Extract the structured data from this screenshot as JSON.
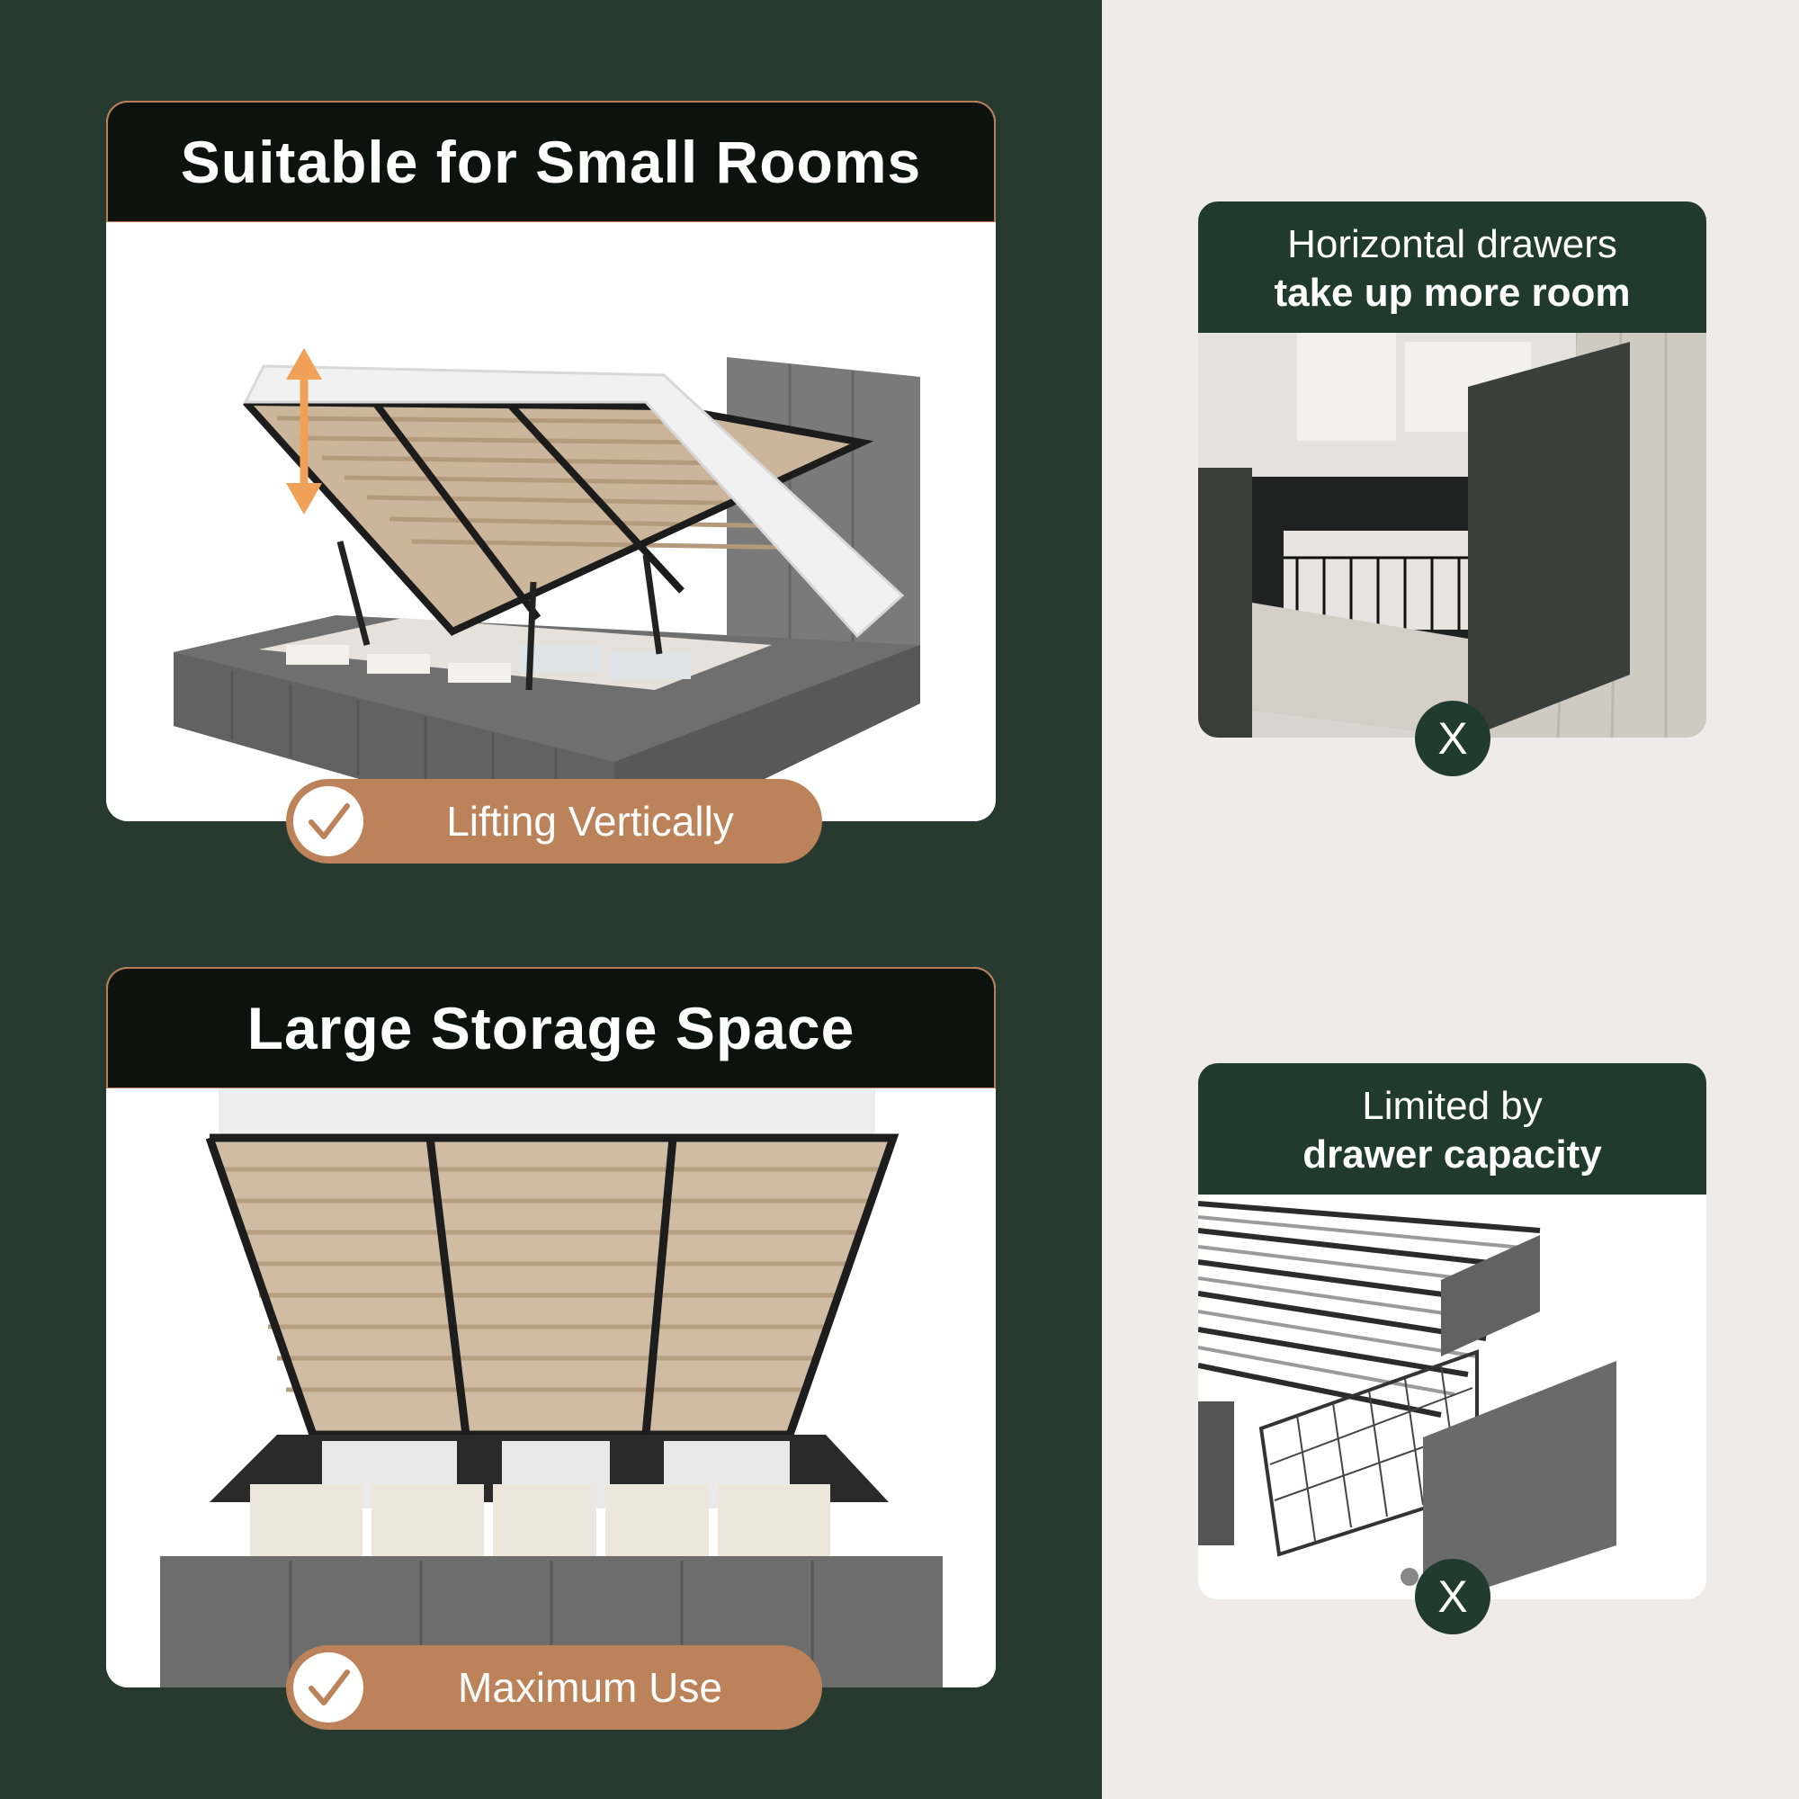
{
  "colors": {
    "left_background": "#263a30",
    "right_background": "#eeebe8",
    "header_dark": "#0c130f",
    "accent_copper": "#bc835a",
    "right_header_green": "#203a2e"
  },
  "left_panels": [
    {
      "title": "Suitable for Small Rooms",
      "badge": "Lifting Vertically",
      "badge_icon": "check-icon",
      "image": "lift-up-storage-bed-side-view"
    },
    {
      "title": "Large Storage Space",
      "badge": "Maximum Use",
      "badge_icon": "check-icon",
      "image": "lift-up-storage-bed-front-view"
    }
  ],
  "right_panels": [
    {
      "line1": "Horizontal drawers",
      "line2": "take up more room",
      "mark": "X",
      "image": "drawer-bed-pulled-out"
    },
    {
      "line1": "Limited by",
      "line2": "drawer capacity",
      "mark": "X",
      "image": "wire-basket-drawer"
    }
  ]
}
